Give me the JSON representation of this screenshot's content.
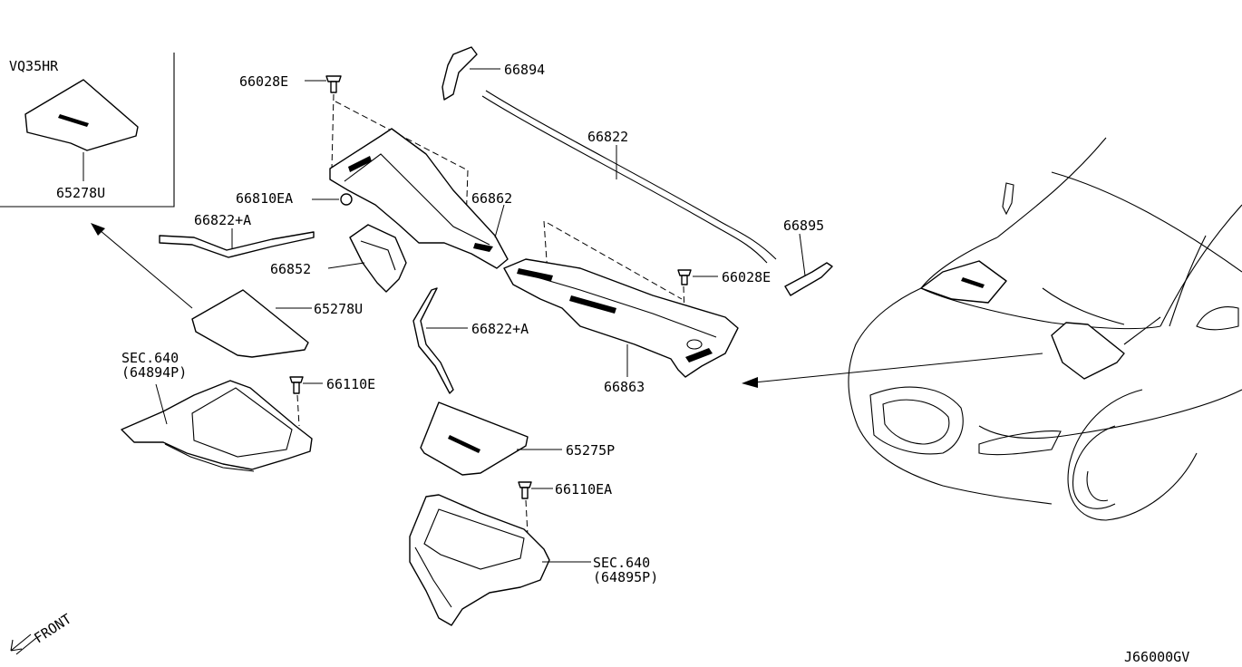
{
  "diagram": {
    "variant_label": "VQ35HR",
    "drawing_number": "J66000GV",
    "front_label": "FRONT",
    "callouts": {
      "p66028E_top": "66028E",
      "p66894": "66894",
      "p66822": "66822",
      "p65278U_inset": "65278U",
      "p66810EA": "66810EA",
      "p66862": "66862",
      "p66822A_upper": "66822+A",
      "p66895": "66895",
      "p66852": "66852",
      "p66028E_right": "66028E",
      "p65278U_main": "65278U",
      "p66822A_lower": "66822+A",
      "sec640_left": "SEC.640",
      "sec640_left_ref": "(64894P)",
      "p66110E": "66110E",
      "p66863": "66863",
      "p65275P": "65275P",
      "p66110EA": "66110EA",
      "sec640_right": "SEC.640",
      "sec640_right_ref": "(64895P)"
    },
    "colors": {
      "line": "#000000",
      "background": "#ffffff"
    }
  }
}
